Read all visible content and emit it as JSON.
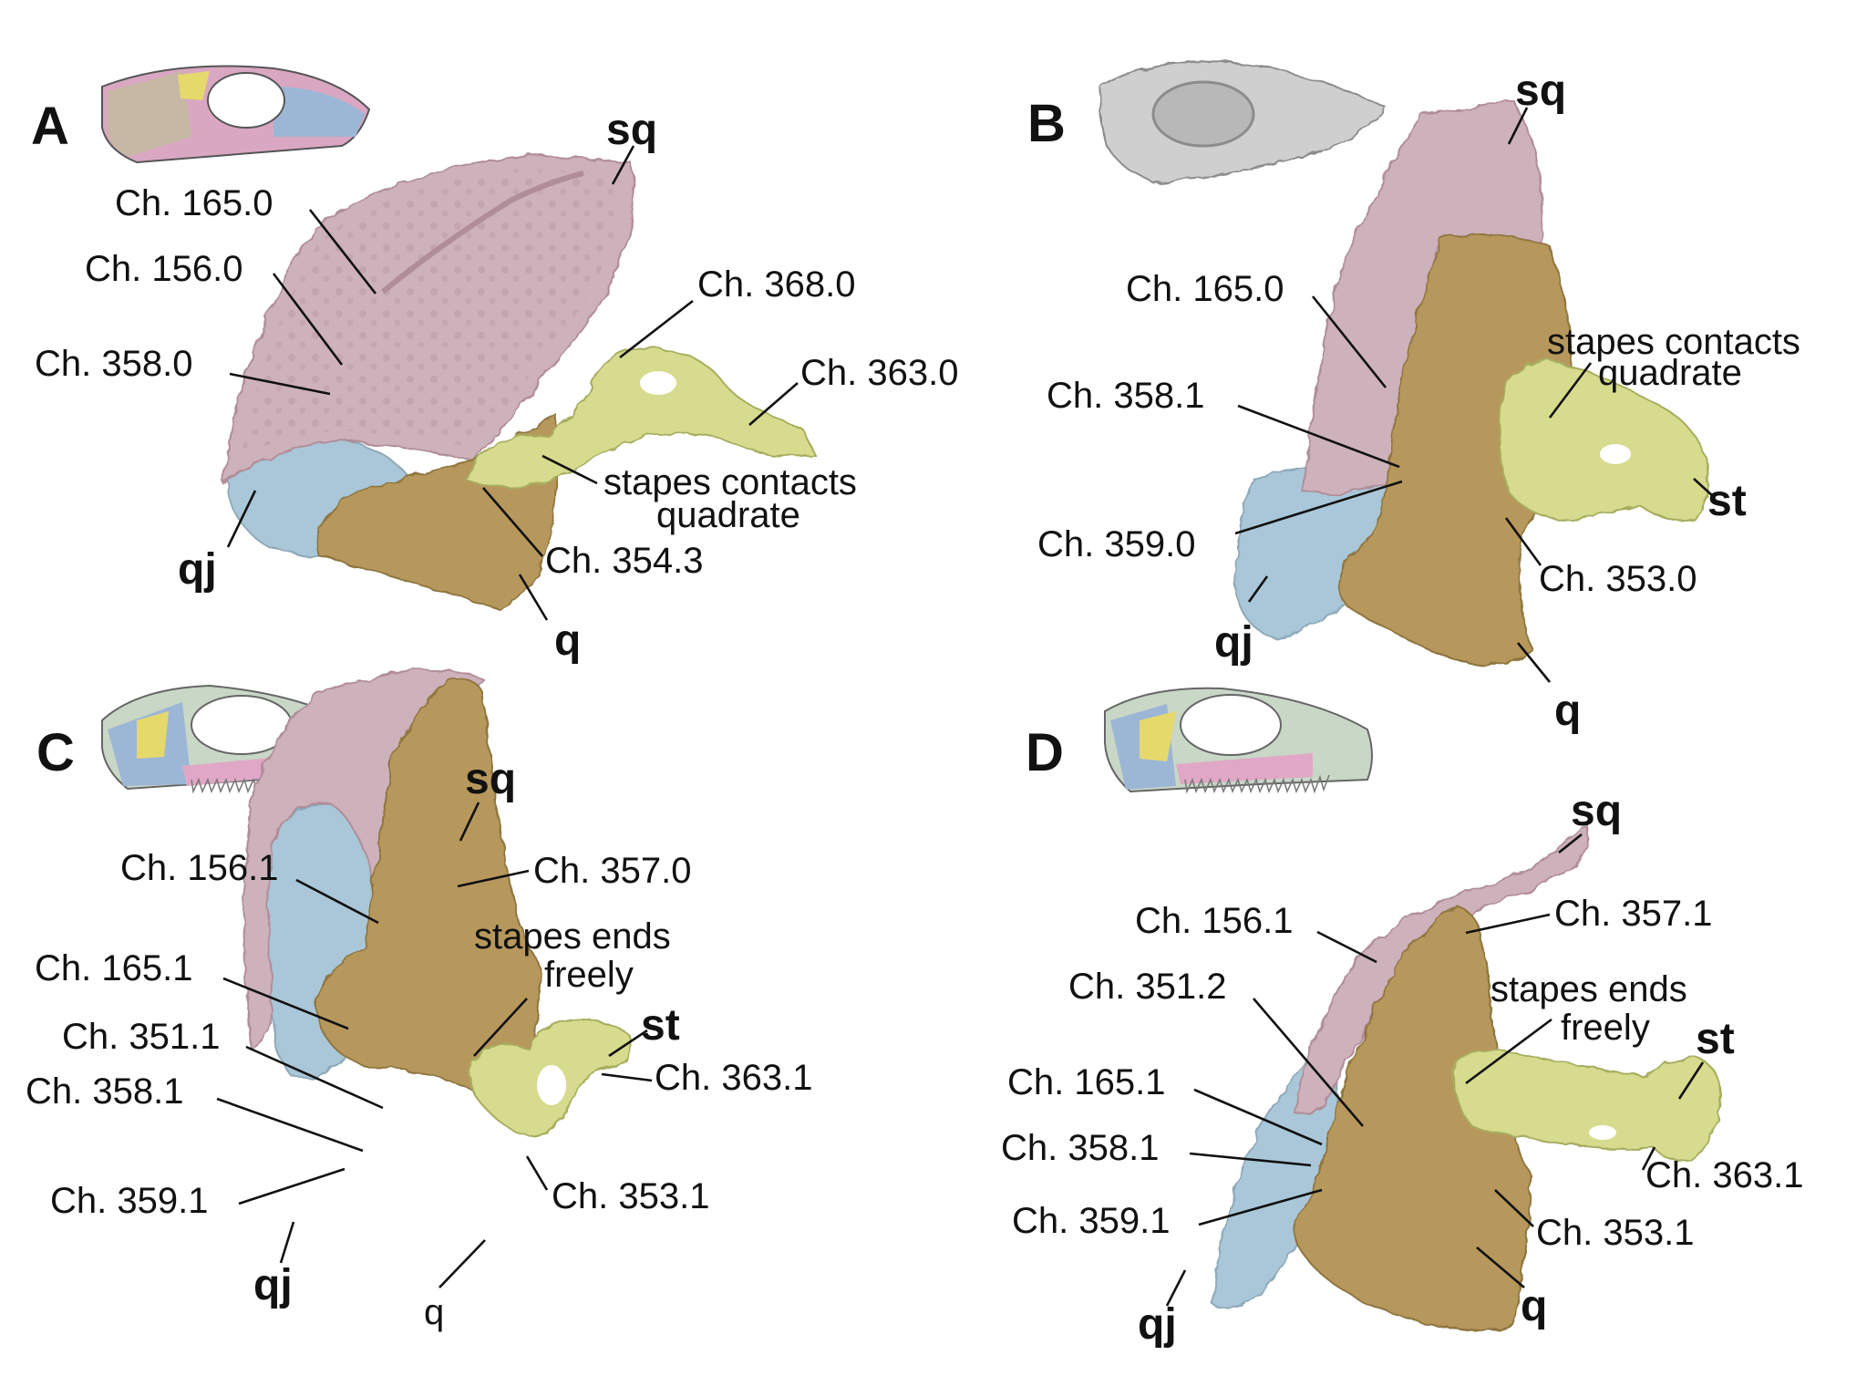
{
  "colors": {
    "squamosal": "#cdb1bb",
    "quadrate": "#b7985c",
    "quadratojugal": "#a9c7d8",
    "stapes": "#d6db8e",
    "skull_gray": "#cfcfcf"
  },
  "panels": [
    {
      "letter": "A",
      "bones": [
        "sq",
        "qj",
        "q"
      ],
      "labels": [
        "Ch. 165.0",
        "Ch. 156.0",
        "Ch. 358.0",
        "Ch. 368.0",
        "Ch. 363.0",
        "stapes contacts",
        "quadrate",
        "Ch. 354.3"
      ]
    },
    {
      "letter": "B",
      "bones": [
        "sq",
        "st",
        "qj",
        "q"
      ],
      "labels": [
        "Ch. 165.0",
        "stapes contacts",
        "quadrate",
        "Ch. 358.1",
        "Ch. 359.0",
        "Ch. 353.0"
      ]
    },
    {
      "letter": "C",
      "bones": [
        "sq",
        "st",
        "qj",
        "q"
      ],
      "labels": [
        "Ch. 156.1",
        "Ch. 357.0",
        "stapes ends",
        "freely",
        "Ch. 165.1",
        "Ch. 351.1",
        "Ch. 363.1",
        "Ch. 358.1",
        "Ch. 359.1",
        "Ch. 353.1"
      ]
    },
    {
      "letter": "D",
      "bones": [
        "sq",
        "st",
        "qj",
        "q"
      ],
      "labels": [
        "Ch. 156.1",
        "Ch. 357.1",
        "stapes ends",
        "freely",
        "Ch. 351.2",
        "Ch. 165.1",
        "Ch. 358.1",
        "Ch. 359.1",
        "Ch. 363.1",
        "Ch. 353.1"
      ]
    }
  ]
}
